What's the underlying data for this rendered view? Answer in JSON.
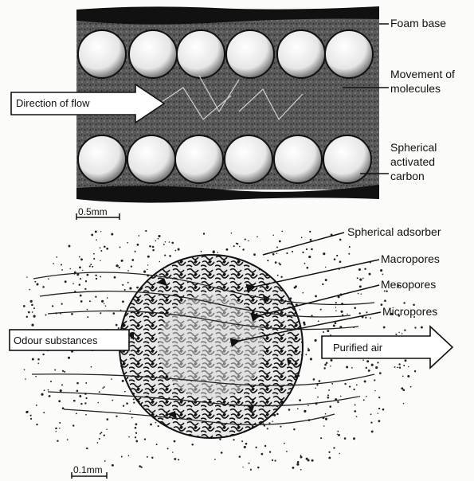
{
  "top_panel": {
    "labels": {
      "foam_base": "Foam base",
      "movement_line1": "Movement of",
      "movement_line2": "molecules",
      "carbon_line1": "Spherical",
      "carbon_line2": "activated",
      "carbon_line3": "carbon",
      "direction_of_flow": "Direction of flow"
    },
    "scale_bar": "0.5mm"
  },
  "bottom_panel": {
    "labels": {
      "spherical_adsorber": "Spherical adsorber",
      "macropores": "Macropores",
      "mesopores": "Mesopores",
      "micropores": "Micropores",
      "odour_substances": "Odour substances",
      "purified_air": "Purified air"
    },
    "scale_bar": "0.1mm"
  },
  "colors": {
    "ink": "#111111",
    "foam": "#4a4a4a",
    "paper": "#fbfbf9"
  }
}
